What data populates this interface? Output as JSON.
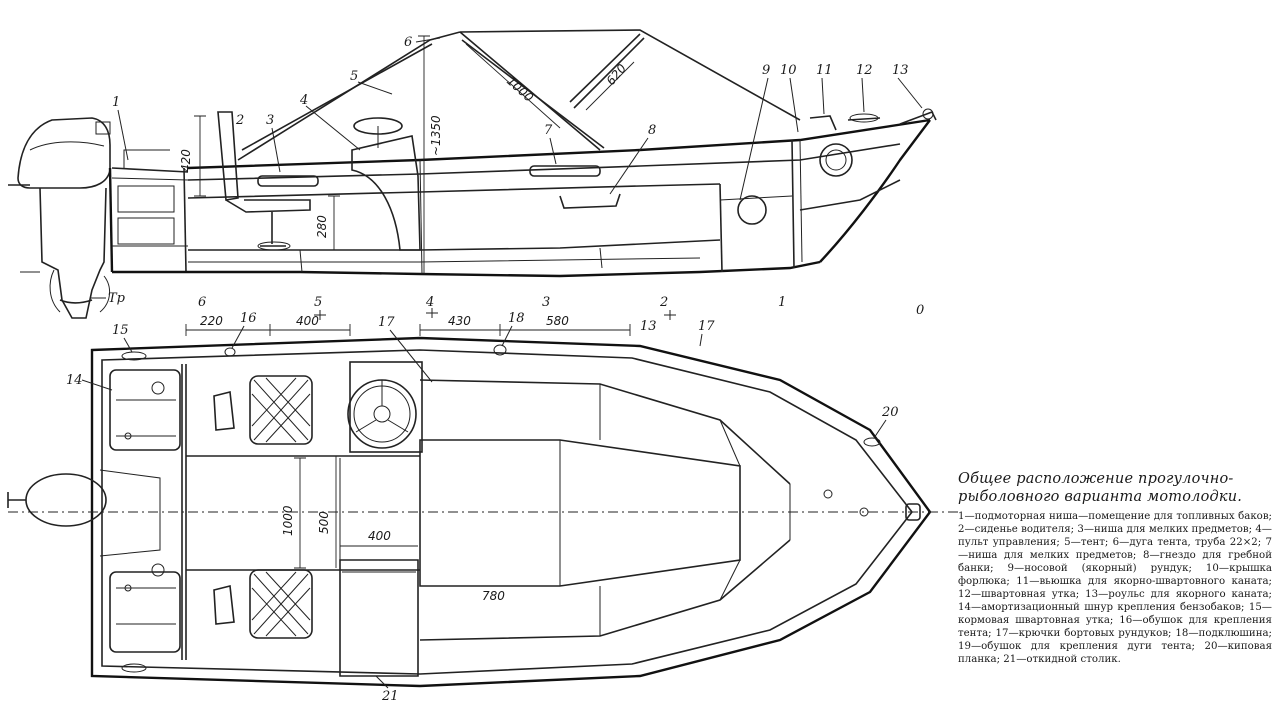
{
  "caption": {
    "title": "Общее расположение прогулочно-рыболовного варианта мотолодки.",
    "legend": "1—подмоторная ниша—помещение для топливных баков; 2—сиденье водителя; 3—ниша для мелких предметов; 4—пульт управления; 5—тент; 6—дуга тента, труба 22×2; 7—ниша для мелких предметов; 8—гнездо для гребной банки; 9—носовой (якорный) рундук; 10—крышка форлюка; 11—вьюшка для якорно-швартовного каната; 12—швартовная утка; 13—роульс для якорного каната; 14—амортизационный шнур крепления бензобаков; 15—кормовая швартовная утка; 16—обушок для крепления тента; 17—крючки бортовых рундуков; 18—подклюшина; 19—обушок для крепления дуги тента; 20—киповая планка; 21—откидной столик."
  },
  "side_view": {
    "callouts": [
      "1",
      "2",
      "3",
      "4",
      "5",
      "6",
      "7",
      "8",
      "9",
      "10",
      "11",
      "12",
      "13"
    ],
    "dimensions": [
      "420",
      "280",
      "1000",
      "620",
      "~1350"
    ],
    "tr_label": "Тр"
  },
  "plan_view": {
    "callouts": [
      "14",
      "15",
      "16",
      "17",
      "18",
      "13",
      "17",
      "20",
      "21"
    ],
    "dimensions": [
      "220",
      "400",
      "430",
      "580",
      "1000",
      "500",
      "400",
      "780"
    ],
    "frames": [
      "6",
      "5",
      "4",
      "3",
      "2",
      "1",
      "0"
    ]
  }
}
